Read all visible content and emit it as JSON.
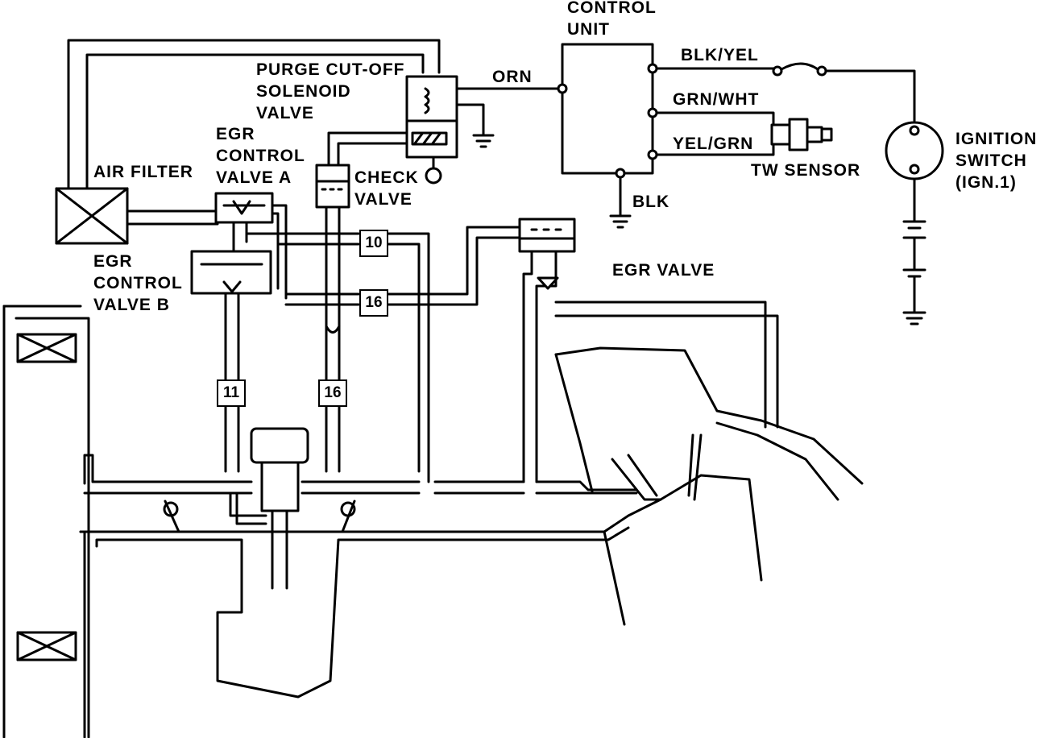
{
  "labels": {
    "control_unit": "CONTROL\nUNIT",
    "purge_valve": "PURGE CUT-OFF\nSOLENOID\nVALVE",
    "egr_control_valve_a": "EGR\nCONTROL\nVALVE A",
    "air_filter": "AIR FILTER",
    "check_valve": "CHECK\nVALVE",
    "egr_control_valve_b": "EGR\nCONTROL\nVALVE B",
    "egr_valve": "EGR VALVE",
    "tw_sensor": "TW SENSOR",
    "ignition_switch": "IGNITION\nSWITCH\n(IGN.1)"
  },
  "wires": {
    "orn": "ORN",
    "blk_yel": "BLK/YEL",
    "grn_wht": "GRN/WHT",
    "yel_grn": "YEL/GRN",
    "blk": "BLK"
  },
  "hose_numbers": {
    "h10": "10",
    "h16_upper": "16",
    "h11": "11",
    "h16_lower": "16"
  }
}
